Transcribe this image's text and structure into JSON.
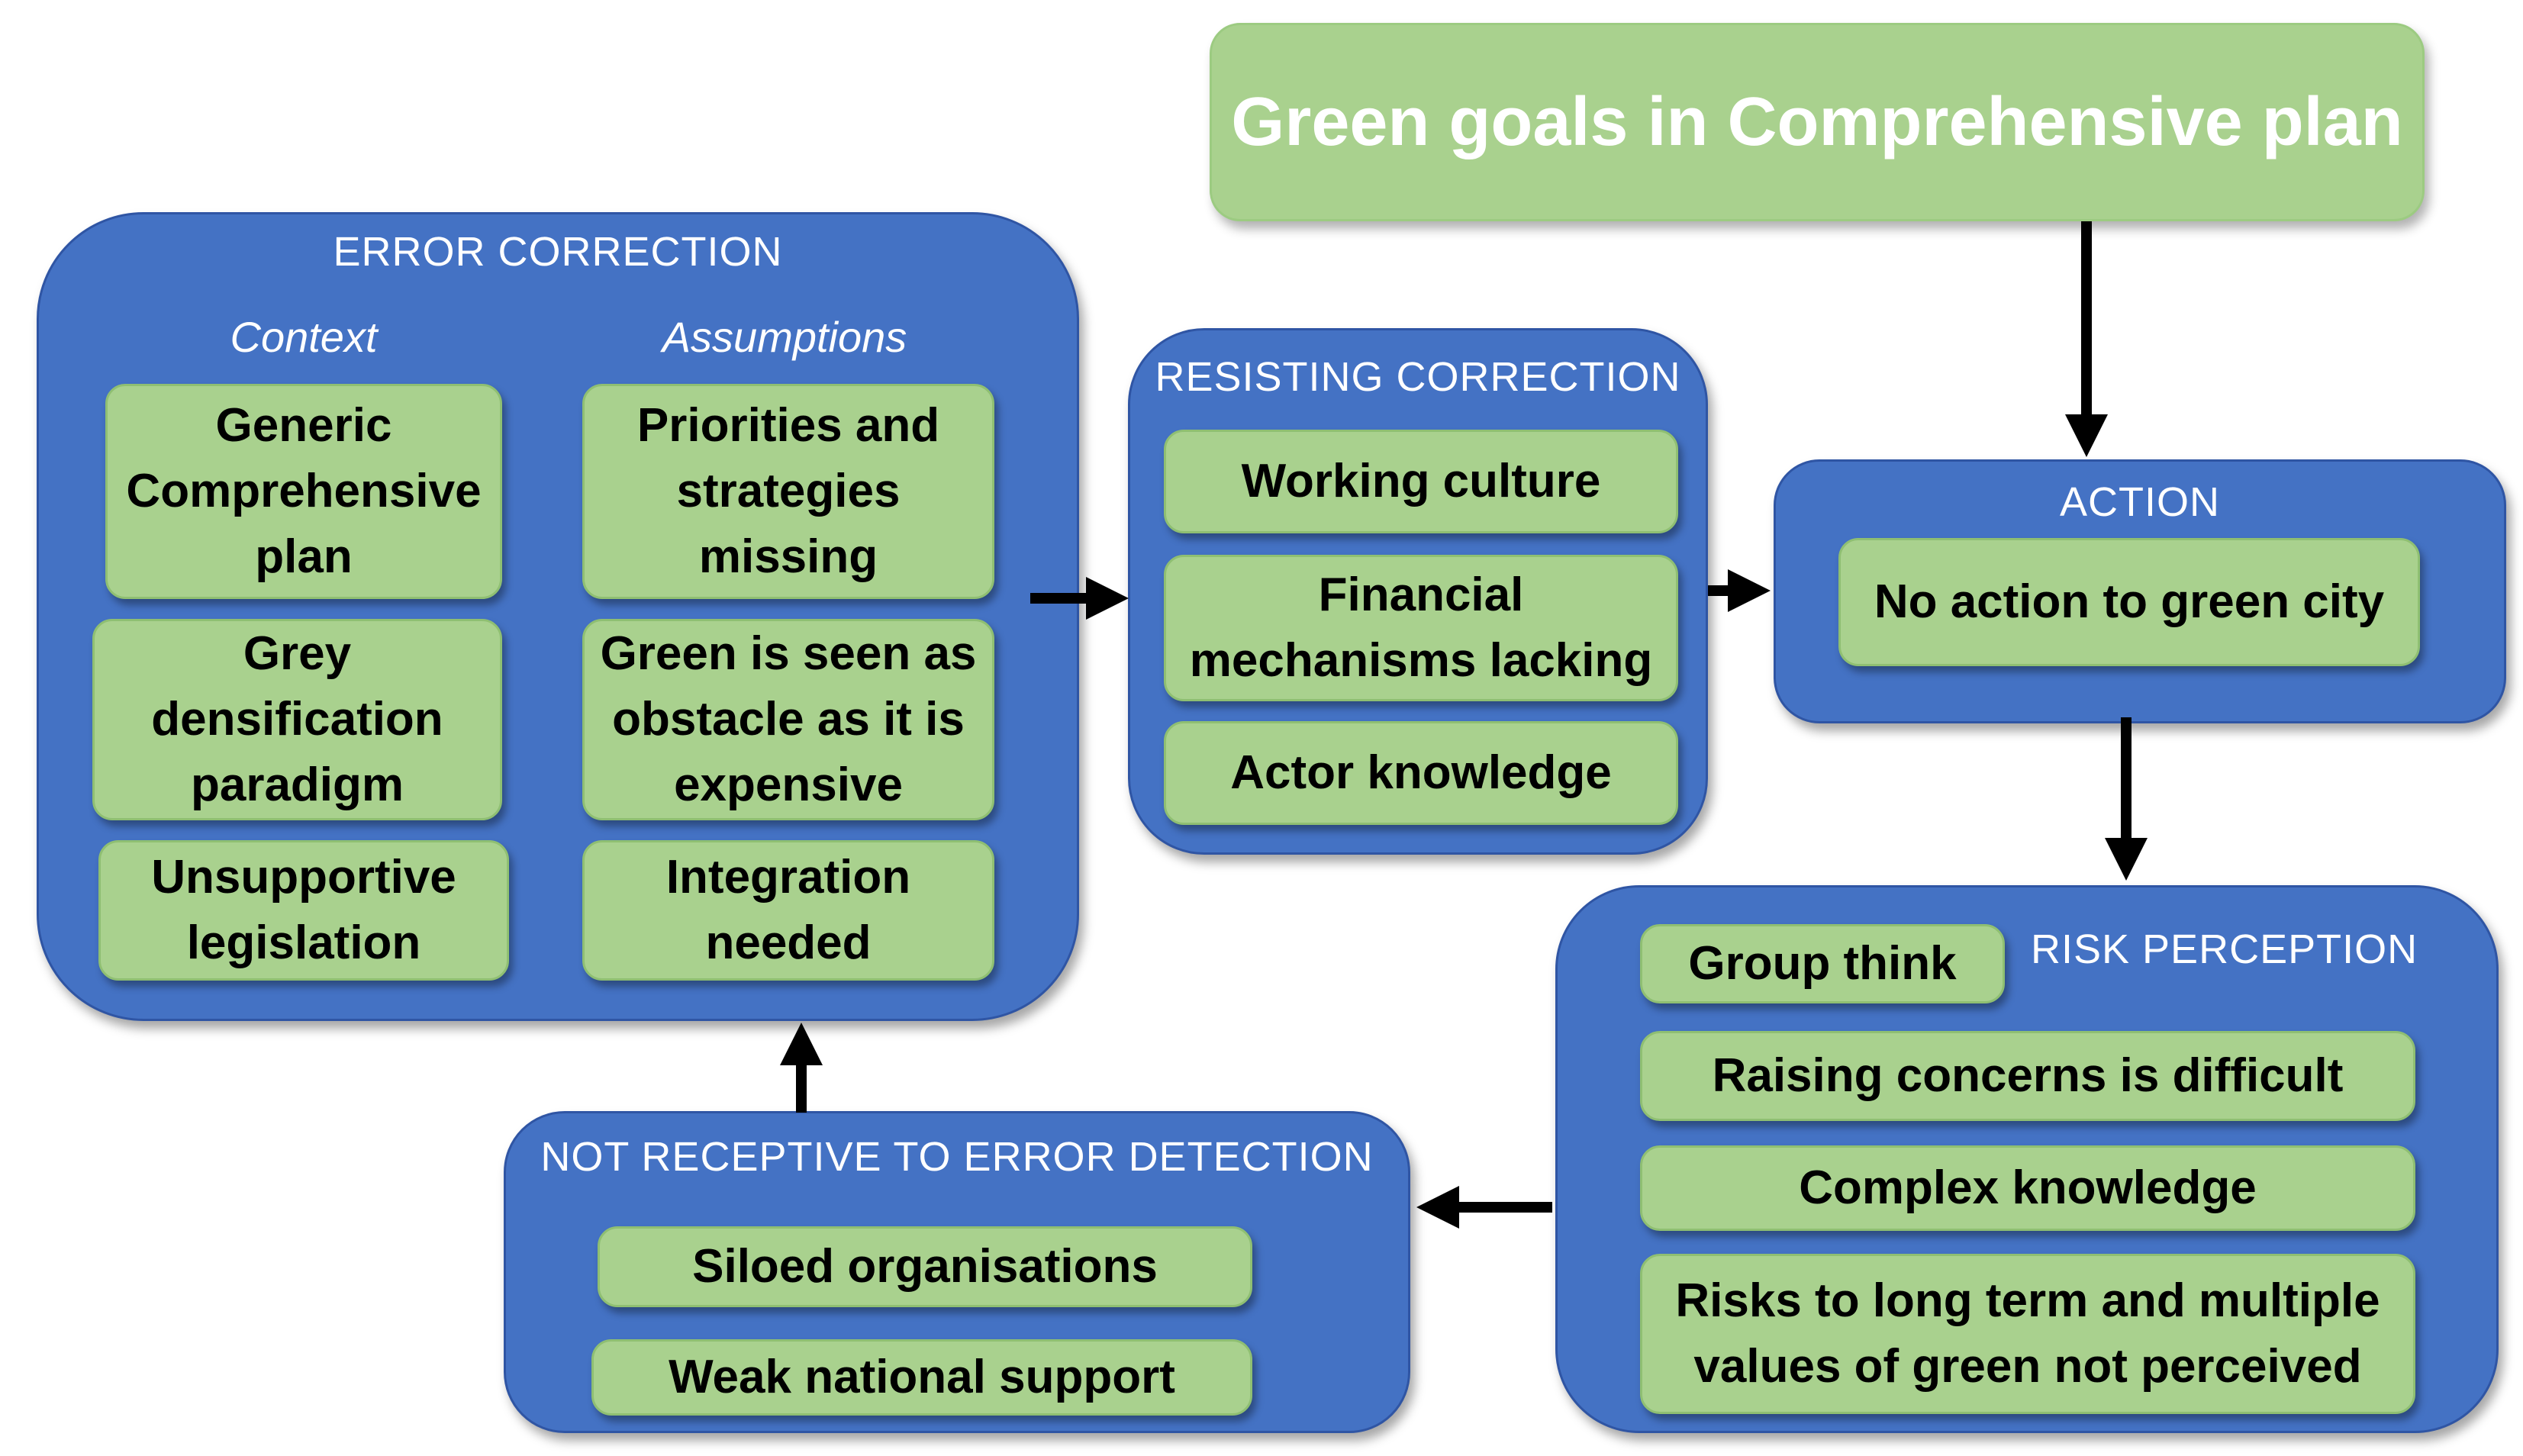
{
  "top_box": {
    "label": "Green goals in Comprehensive plan"
  },
  "error_correction": {
    "title": "ERROR CORRECTION",
    "context_label": "Context",
    "assumptions_label": "Assumptions",
    "context_items": [
      "Generic Comprehensive plan",
      "Grey densification paradigm",
      "Unsupportive legislation"
    ],
    "assumption_items": [
      "Priorities and strategies missing",
      "Green is seen as obstacle as it is expensive",
      "Integration needed"
    ]
  },
  "resisting_correction": {
    "title": "RESISTING CORRECTION",
    "items": [
      "Working culture",
      "Financial mechanisms lacking",
      "Actor knowledge"
    ]
  },
  "action": {
    "title": "ACTION",
    "items": [
      "No action to green city"
    ]
  },
  "risk_perception": {
    "title": "RISK PERCEPTION",
    "items": [
      "Group think",
      "Raising concerns is difficult",
      "Complex knowledge",
      "Risks to long term and multiple values of green not perceived"
    ]
  },
  "not_receptive": {
    "title": "NOT RECEPTIVE TO ERROR DETECTION",
    "items": [
      "Siloed organisations",
      "Weak national support"
    ]
  },
  "colors": {
    "panel_blue": "#4472c4",
    "box_green": "#a9d18e",
    "arrow": "#000000"
  }
}
